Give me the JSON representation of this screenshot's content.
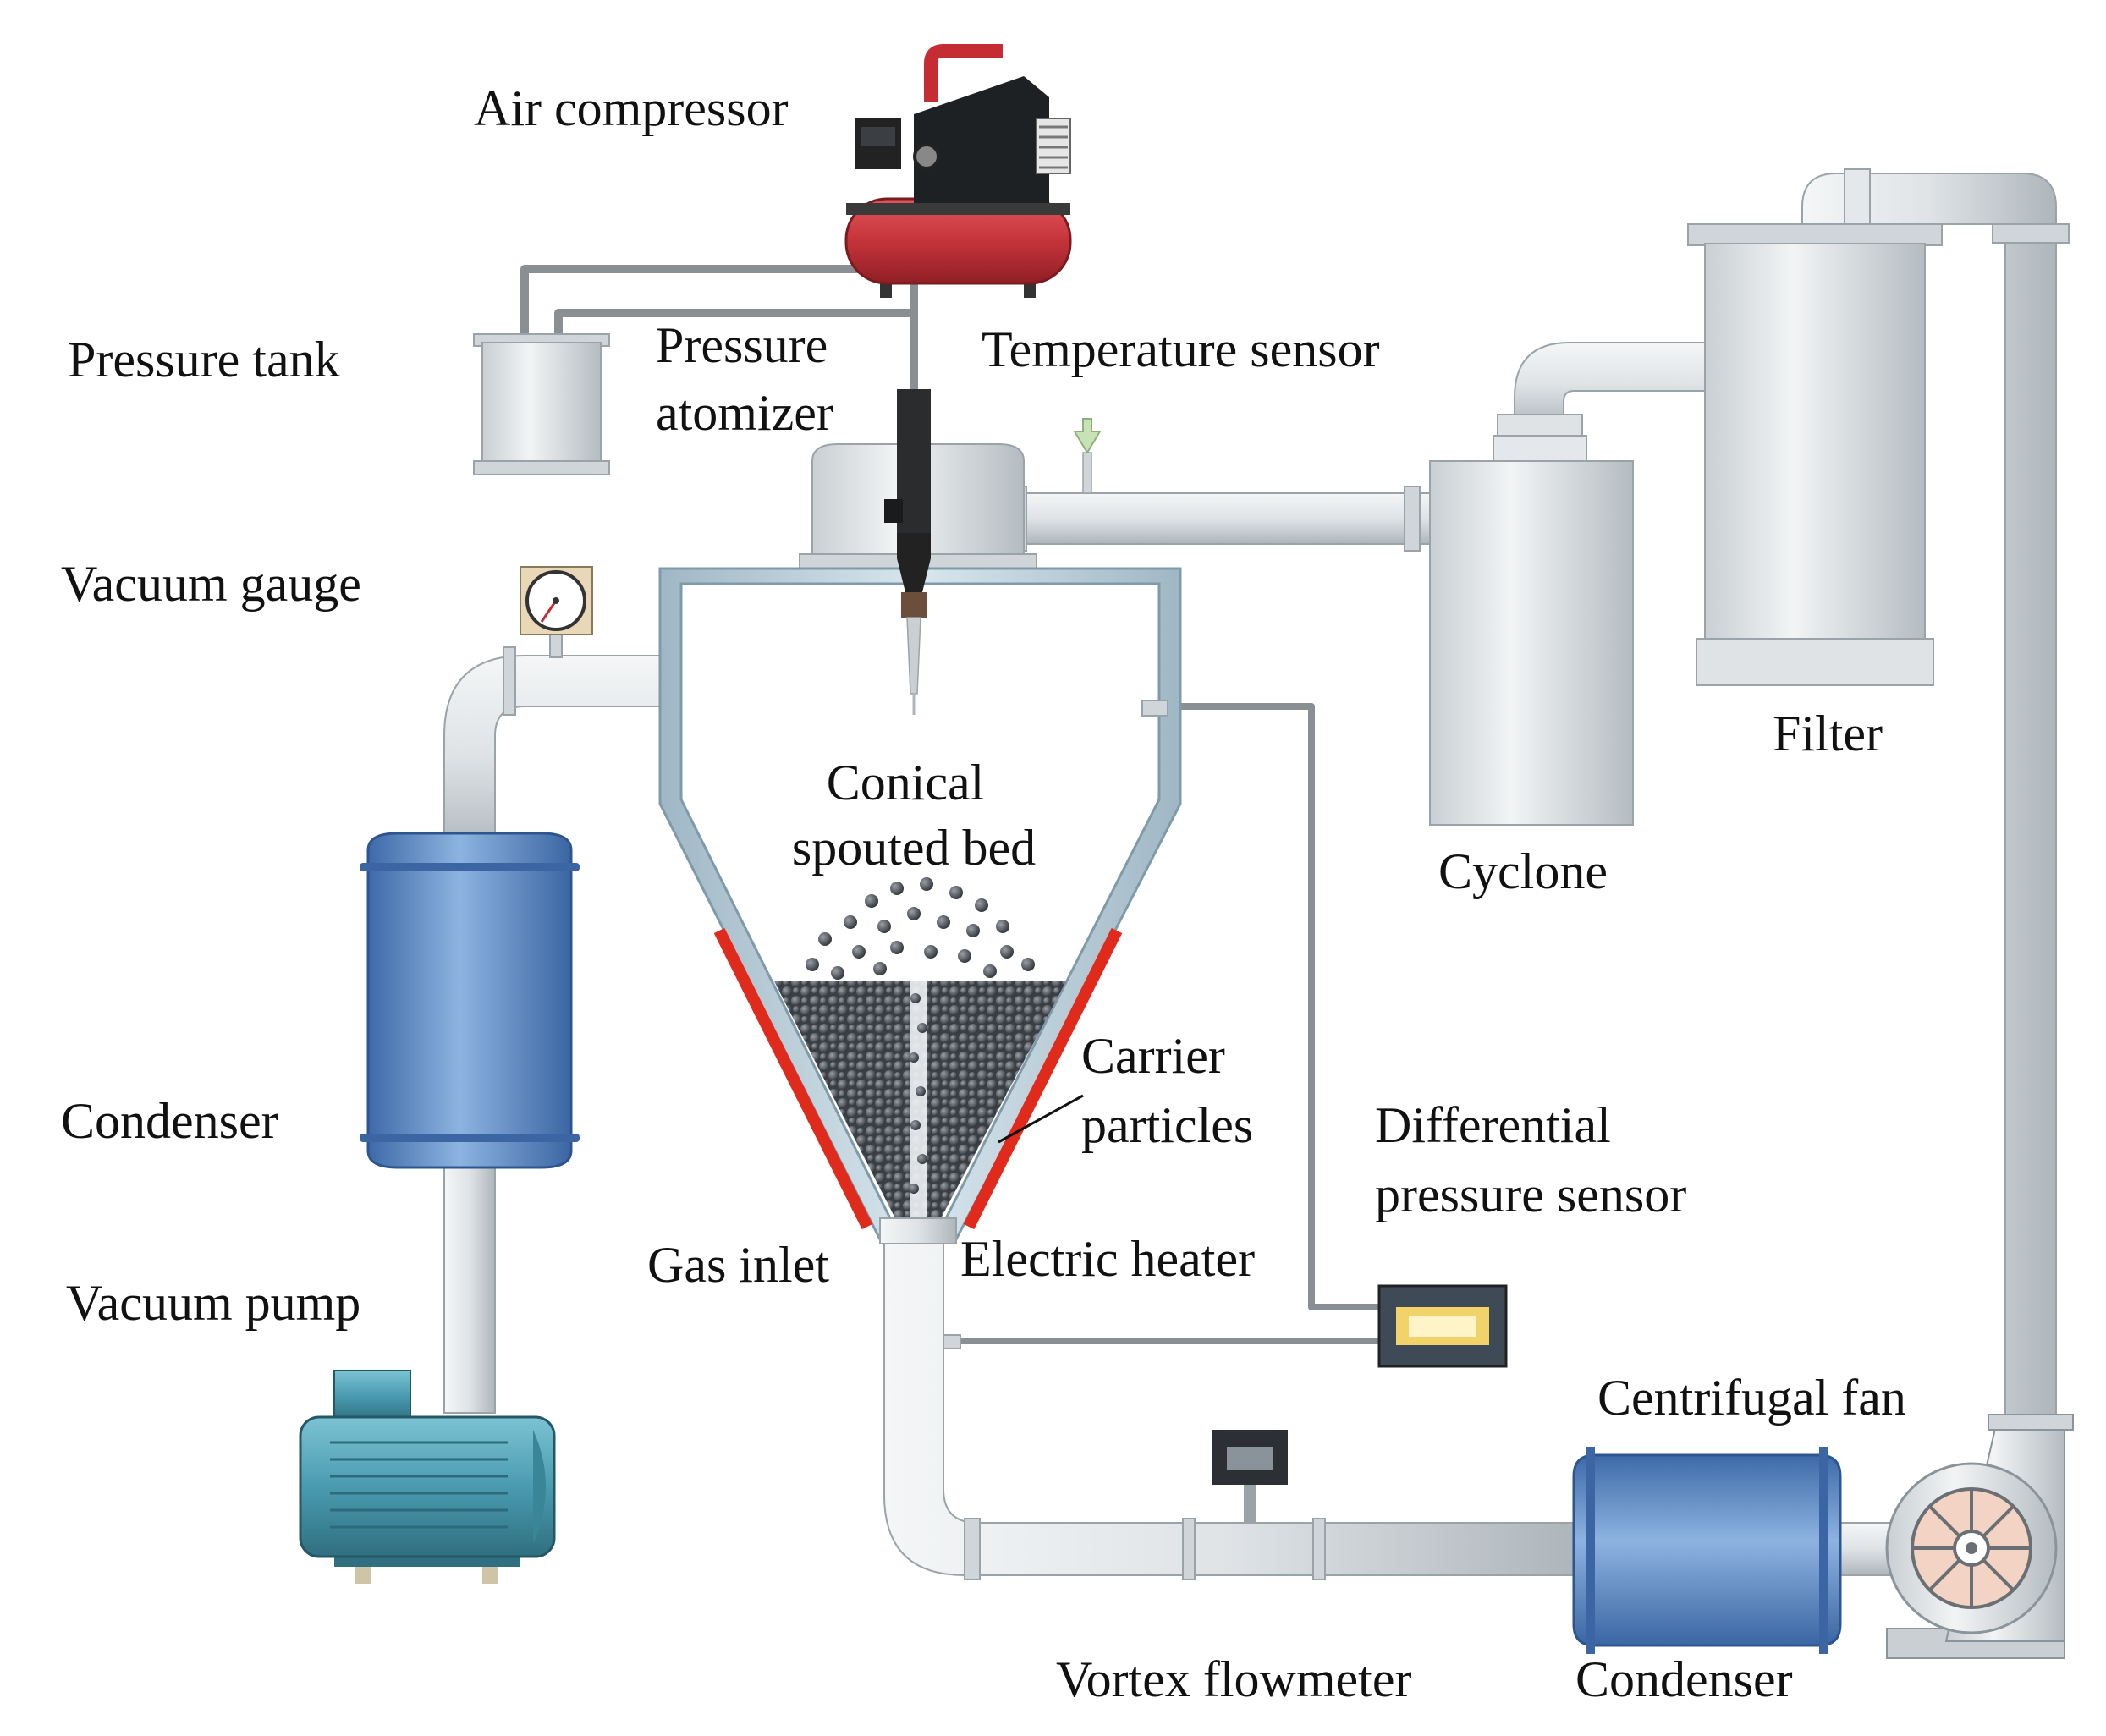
{
  "labels": {
    "air_compressor": "Air compressor",
    "pressure_tank": "Pressure tank",
    "pressure_atomizer_line1": "Pressure",
    "pressure_atomizer_line2": "atomizer",
    "temperature_sensor": "Temperature sensor",
    "vacuum_gauge": "Vacuum gauge",
    "conical_spouted_bed_line1": "Conical",
    "conical_spouted_bed_line2": "spouted bed",
    "cyclone": "Cyclone",
    "filter": "Filter",
    "condenser_left": "Condenser",
    "carrier_particles_line1": "Carrier",
    "carrier_particles_line2": "particles",
    "differential_pressure_sensor_line1": "Differential",
    "differential_pressure_sensor_line2": "pressure sensor",
    "gas_inlet": "Gas inlet",
    "electric_heater": "Electric heater",
    "vacuum_pump": "Vacuum pump",
    "centrifugal_fan": "Centrifugal fan",
    "vortex_flowmeter": "Vortex flowmeter",
    "condenser_bottom": "Condenser"
  },
  "colors": {
    "pipe": "#d9dde0",
    "pipe_edge": "#9aa3a8",
    "vessel_wall": "#b9cdd8",
    "vessel_edge": "#7f9aa8",
    "heater": "#e02a1c",
    "compressor_tank": "#c8333a",
    "condenser_blue": "#5b87c2",
    "pump_teal": "#4a9bb0",
    "particles": "#444a50",
    "sensor_yellow": "#f1d36a"
  }
}
